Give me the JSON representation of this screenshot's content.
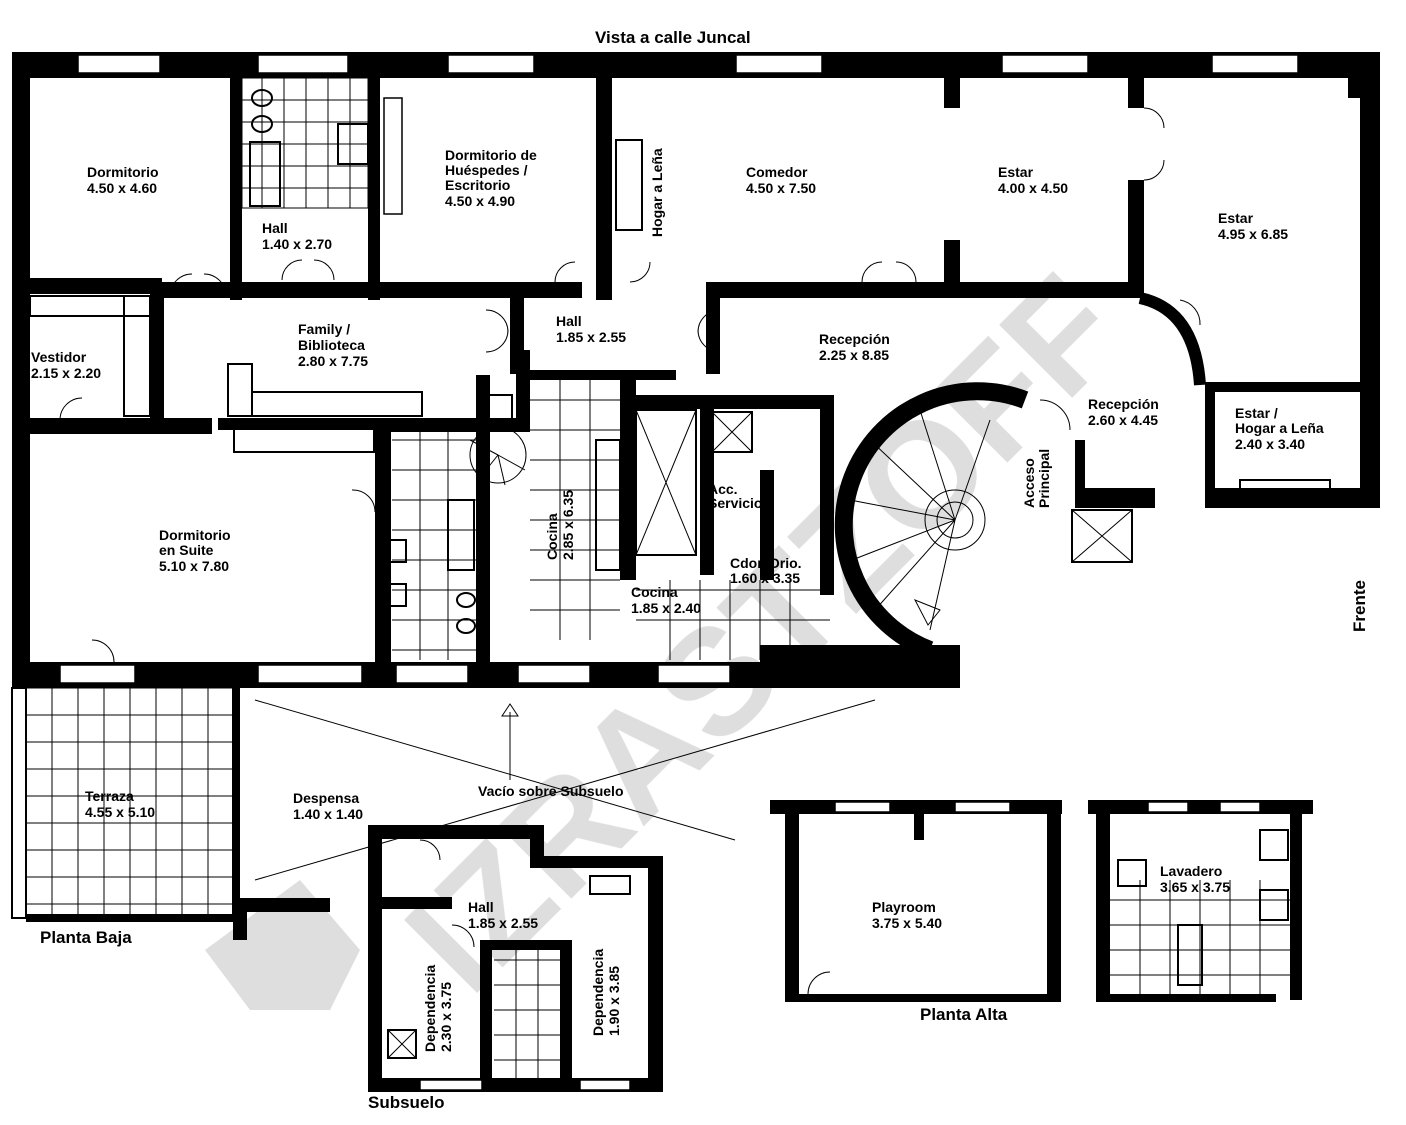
{
  "titles": {
    "street_view": "Vista a calle Juncal",
    "front": "Frente",
    "planta_baja": "Planta Baja",
    "planta_alta": "Planta Alta",
    "subsuelo": "Subsuelo",
    "vacio": "Vacío sobre Subsuelo"
  },
  "rooms": {
    "dormitorio": [
      "Dormitorio",
      "4.50 x 4.60"
    ],
    "hall_bano": [
      "Hall",
      "1.40 x 2.70"
    ],
    "dormitorio_huespedes": [
      "Dormitorio de",
      "Huéspedes /",
      "Escritorio",
      "4.50 x 4.90"
    ],
    "hogar_lena": "Hogar a Leña",
    "comedor": [
      "Comedor",
      "4.50 x 7.50"
    ],
    "estar_1": [
      "Estar",
      "4.00 x 4.50"
    ],
    "estar_2": [
      "Estar",
      "4.95 x 6.85"
    ],
    "vestidor": [
      "Vestidor",
      "2.15 x 2.20"
    ],
    "family": [
      "Family /",
      "Biblioteca",
      "2.80 x 7.75"
    ],
    "hall_central": [
      "Hall",
      "1.85 x 2.55"
    ],
    "recepcion_1": [
      "Recepción",
      "2.25 x 8.85"
    ],
    "recepcion_2": [
      "Recepción",
      "2.60 x 4.45"
    ],
    "estar_hogar": [
      "Estar /",
      "Hogar a Leña",
      "2.40 x 3.40"
    ],
    "acceso_principal": [
      "Acceso",
      "Principal"
    ],
    "acc_servicio": [
      "Acc.",
      "Servicio"
    ],
    "dormitorio_suite": [
      "Dormitorio",
      "en Suite",
      "5.10 x 7.80"
    ],
    "cocina_vertical": [
      "Cocina",
      "2.85 x 6.35"
    ],
    "cdor_drio": [
      "Cdor. Drio.",
      "1.60 x 3.35"
    ],
    "cocina_2": [
      "Cocina",
      "1.85 x 2.40"
    ],
    "terraza": [
      "Terraza",
      "4.55 x 5.10"
    ],
    "despensa": [
      "Despensa",
      "1.40 x 1.40"
    ],
    "hall_subsuelo": [
      "Hall",
      "1.85 x 2.55"
    ],
    "dependencia_1": [
      "Dependencia",
      "2.30 x 3.75"
    ],
    "dependencia_2": [
      "Dependencia",
      "1.90 x 3.85"
    ],
    "playroom": [
      "Playroom",
      "3.75 x 5.40"
    ],
    "lavadero": [
      "Lavadero",
      "3.65 x 3.75"
    ]
  }
}
